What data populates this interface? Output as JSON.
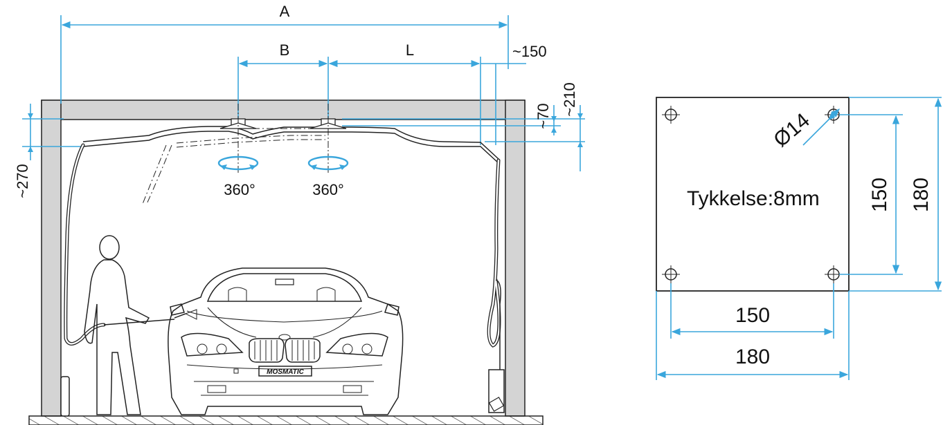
{
  "installation": {
    "dimensions": {
      "a": "A",
      "b": "B",
      "l": "L",
      "side_clearance": "~150",
      "drop_70": "~70",
      "drop_210": "~210",
      "height_270": "~270"
    },
    "rotations": [
      "360°",
      "360°"
    ],
    "car_plate": "MOSMATIC"
  },
  "plate": {
    "hole_diameter": "Ø14",
    "thickness_label": "Tykkelse:8mm",
    "hole_spacing_horizontal": "150",
    "plate_width": "180",
    "hole_spacing_vertical": "150",
    "plate_height": "180"
  },
  "colors": {
    "dimension_line": "#3aa6dc",
    "wall_fill": "#d4d4d4",
    "ink": "#222222"
  }
}
